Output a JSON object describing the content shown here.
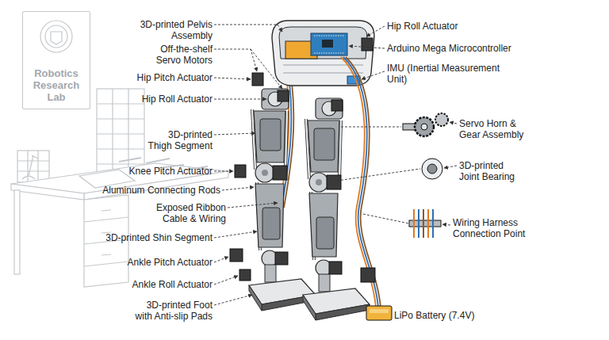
{
  "diagram": {
    "nodes": [
      {
        "text": [
          "Robotics Research Lab"
        ]
      }
    ],
    "labels": [
      "3D-printed Pelvis Assembly",
      "Off-the-shelf Servo Motors",
      "Hip Pitch Actuator",
      "Hip Roll Actuator",
      "3D-printed Thigh Segment",
      "Knee Pitch Actuator",
      "Aluminum Connecting Rods",
      "Exposed Ribbon Cable & Wiring",
      "3D-printed Shin Segment",
      "Ankle Pitch Actuator",
      "Ankle Roll Actuator",
      "3D-printed Foot with Anti-slip Pads",
      "Hip Roll Actuator",
      "Arduino Mega Microcontroller",
      "IMU (Inertial Measurement Unit)",
      "Servo Horn & Gear Assembly",
      "3D-printed Joint Bearing",
      "Wiring Harness Connection Point",
      "LiPo Battery (7.4V)"
    ]
  }
}
